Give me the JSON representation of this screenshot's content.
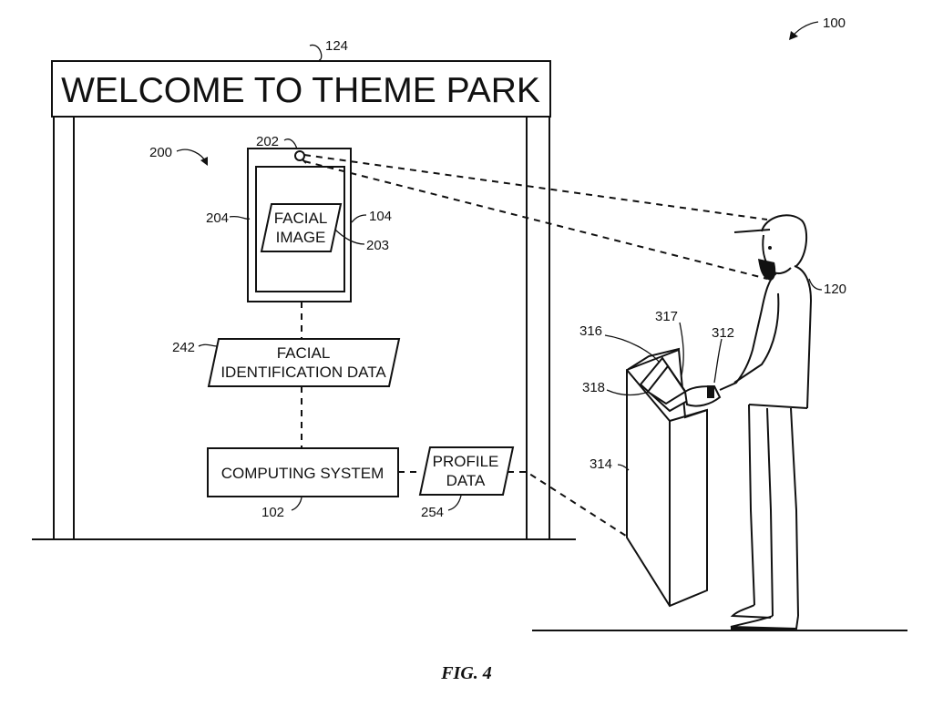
{
  "sign": {
    "title": "WELCOME TO THEME PARK"
  },
  "boxes": {
    "facial_image": [
      "FACIAL",
      "IMAGE"
    ],
    "facial_id": [
      "FACIAL",
      "IDENTIFICATION DATA"
    ],
    "computing": "COMPUTING SYSTEM",
    "profile": [
      "PROFILE",
      "DATA"
    ]
  },
  "refs": {
    "r100": "100",
    "r124": "124",
    "r200": "200",
    "r202": "202",
    "r204": "204",
    "r104": "104",
    "r203": "203",
    "r242": "242",
    "r102": "102",
    "r254": "254",
    "r120": "120",
    "r316": "316",
    "r317": "317",
    "r312": "312",
    "r318": "318",
    "r314": "314"
  },
  "caption": "FIG. 4"
}
